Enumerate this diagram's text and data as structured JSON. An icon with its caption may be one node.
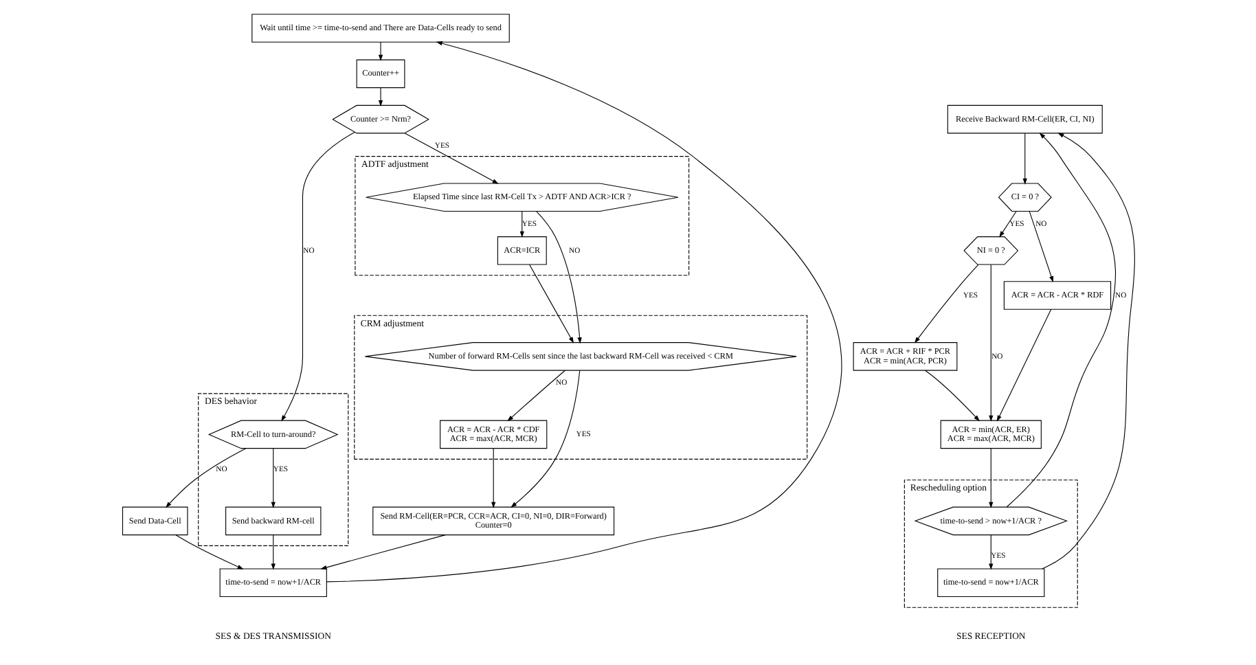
{
  "diagram": {
    "nodes": [
      {
        "text": [
          "Wait until time >= time-to-send and There are Data-Cells ready to send"
        ]
      },
      {
        "text": [
          "Counter++"
        ]
      },
      {
        "text": [
          "Counter >= Nrm?"
        ]
      },
      {
        "text": [
          "time-to-send = now+1/ACR"
        ]
      },
      {
        "text": [
          "DES behavior"
        ]
      },
      {
        "text": [
          "RM-Cell to turn-around?"
        ],
        "in": 4
      },
      {
        "text": [
          "Send backward RM-cell"
        ],
        "in": 4
      },
      {
        "text": [
          "Send Data-Cell"
        ]
      },
      {
        "text": [
          "ADTF adjustment"
        ]
      },
      {
        "text": [
          "Elapsed Time since last RM-Cell Tx > ADTF AND ACR>ICR ?"
        ],
        "in": 8
      },
      {
        "text": [
          "ACR=ICR"
        ],
        "in": 8
      },
      {
        "text": [
          "CRM adjustment"
        ]
      },
      {
        "text": [
          "Number of forward RM-Cells sent since the last backward RM-Cell was received < CRM"
        ],
        "in": 11
      },
      {
        "text": [
          "ACR = ACR - ACR * CDF",
          "ACR = max(ACR, MCR)"
        ],
        "in": 11
      },
      {
        "text": [
          "Send RM-Cell(ER=PCR, CCR=ACR, CI=0, NI=0, DIR=Forward)",
          "Counter=0"
        ]
      },
      {
        "text": [
          "Receive Backward RM-Cell(ER, CI, NI)"
        ]
      },
      {
        "text": [
          "CI = 0 ?"
        ]
      },
      {
        "text": [
          "NI = 0 ?"
        ]
      },
      {
        "text": [
          "ACR = ACR - ACR * RDF"
        ]
      },
      {
        "text": [
          "ACR = ACR + RIF * PCR",
          "ACR = min(ACR, PCR)"
        ]
      },
      {
        "text": [
          "ACR = min(ACR, ER)",
          "ACR = max(ACR, MCR)"
        ]
      },
      {
        "text": [
          "Rescheduling option"
        ]
      },
      {
        "text": [
          "time-to-send > now+1/ACR ?"
        ],
        "in": 21
      },
      {
        "text": [
          "time-to-send = now+1/ACR"
        ],
        "in": 21
      }
    ],
    "edges": [
      {
        "from": 0,
        "to": 1,
        "arrow": "to"
      },
      {
        "from": 1,
        "to": 2,
        "arrow": "to"
      },
      {
        "from": 2,
        "to": 9,
        "arrow": "to",
        "label": "YES"
      },
      {
        "from": 2,
        "to": 5,
        "arrow": "to",
        "label": "NO"
      },
      {
        "from": 5,
        "to": 6,
        "arrow": "to",
        "label": "YES"
      },
      {
        "from": 5,
        "to": 7,
        "arrow": "to",
        "label": "NO"
      },
      {
        "from": 7,
        "to": 3,
        "arrow": "to"
      },
      {
        "from": 6,
        "to": 3,
        "arrow": "to"
      },
      {
        "from": 14,
        "to": 3,
        "arrow": "to"
      },
      {
        "from": 3,
        "to": 0,
        "arrow": "to"
      },
      {
        "from": 9,
        "to": 10,
        "arrow": "to",
        "label": "YES"
      },
      {
        "from": 9,
        "to": 12,
        "arrow": "to",
        "label": "NO"
      },
      {
        "from": 10,
        "to": 12,
        "arrow": "to"
      },
      {
        "from": 12,
        "to": 13,
        "arrow": "to",
        "label": "NO"
      },
      {
        "from": 12,
        "to": 14,
        "arrow": "to",
        "label": "YES"
      },
      {
        "from": 13,
        "to": 14,
        "arrow": "to"
      },
      {
        "from": 15,
        "to": 16,
        "arrow": "to"
      },
      {
        "from": 16,
        "to": 17,
        "arrow": "to",
        "label": "YES"
      },
      {
        "from": 16,
        "to": 18,
        "arrow": "to",
        "label": "NO"
      },
      {
        "from": 17,
        "to": 19,
        "arrow": "to",
        "label": "YES"
      },
      {
        "from": 17,
        "to": 20,
        "arrow": "to",
        "label": "NO"
      },
      {
        "from": 19,
        "to": 20,
        "arrow": "to"
      },
      {
        "from": 18,
        "to": 20,
        "arrow": "to"
      },
      {
        "from": 20,
        "to": 22,
        "arrow": "to"
      },
      {
        "from": 22,
        "to": 23,
        "arrow": "to",
        "label": "YES"
      },
      {
        "from": 22,
        "to": 15,
        "arrow": "to",
        "label": "NO"
      },
      {
        "from": 23,
        "to": 15,
        "arrow": "to"
      }
    ],
    "labels": [
      "SES & DES TRANSMISSION",
      "SES RECEPTION"
    ]
  }
}
